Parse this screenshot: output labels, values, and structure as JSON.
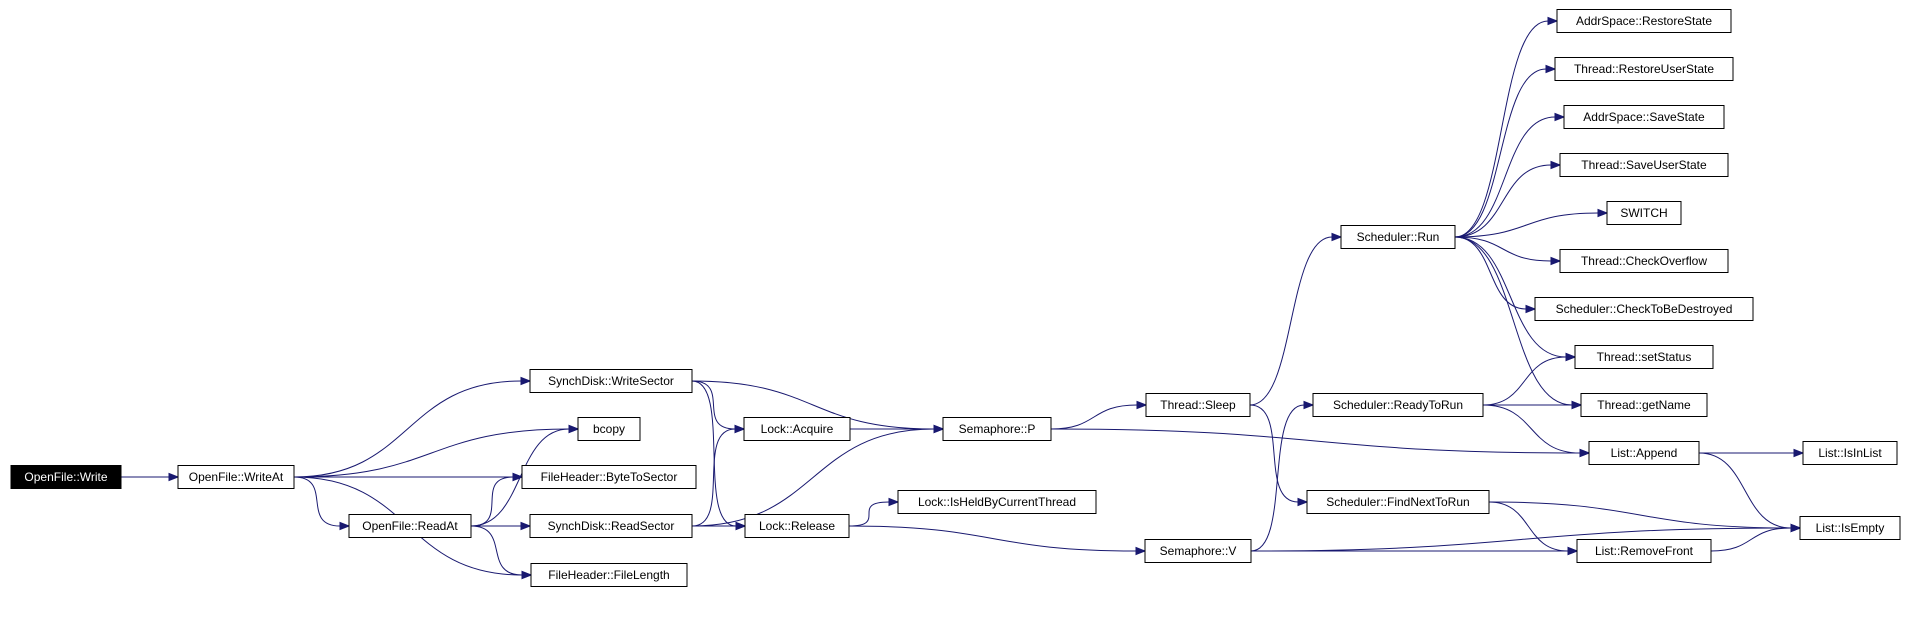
{
  "graph": {
    "colors": {
      "edge": "#191970",
      "root_fill": "#000000",
      "root_text": "#ffffff",
      "node_fill": "#ffffff",
      "node_border": "#000000"
    },
    "nodes": [
      {
        "id": "openfile_write",
        "label": "OpenFile::Write",
        "root": true
      },
      {
        "id": "openfile_writeat",
        "label": "OpenFile::WriteAt"
      },
      {
        "id": "synchdisk_writesector",
        "label": "SynchDisk::WriteSector"
      },
      {
        "id": "bcopy",
        "label": "bcopy"
      },
      {
        "id": "fileheader_bytetosector",
        "label": "FileHeader::ByteToSector"
      },
      {
        "id": "openfile_readat",
        "label": "OpenFile::ReadAt"
      },
      {
        "id": "synchdisk_readsector",
        "label": "SynchDisk::ReadSector"
      },
      {
        "id": "fileheader_filelength",
        "label": "FileHeader::FileLength"
      },
      {
        "id": "lock_acquire",
        "label": "Lock::Acquire"
      },
      {
        "id": "lock_release",
        "label": "Lock::Release"
      },
      {
        "id": "lock_isheldbycurrentthread",
        "label": "Lock::IsHeldByCurrentThread"
      },
      {
        "id": "semaphore_p",
        "label": "Semaphore::P"
      },
      {
        "id": "semaphore_v",
        "label": "Semaphore::V"
      },
      {
        "id": "thread_sleep",
        "label": "Thread::Sleep"
      },
      {
        "id": "scheduler_run",
        "label": "Scheduler::Run"
      },
      {
        "id": "scheduler_readytorun",
        "label": "Scheduler::ReadyToRun"
      },
      {
        "id": "scheduler_findnexttorun",
        "label": "Scheduler::FindNextToRun"
      },
      {
        "id": "addrspace_restorestate",
        "label": "AddrSpace::RestoreState"
      },
      {
        "id": "thread_restoreuserstate",
        "label": "Thread::RestoreUserState"
      },
      {
        "id": "addrspace_savestate",
        "label": "AddrSpace::SaveState"
      },
      {
        "id": "thread_saveuserstate",
        "label": "Thread::SaveUserState"
      },
      {
        "id": "switch",
        "label": "SWITCH"
      },
      {
        "id": "thread_checkoverflow",
        "label": "Thread::CheckOverflow"
      },
      {
        "id": "scheduler_checktobedestroyed",
        "label": "Scheduler::CheckToBeDestroyed"
      },
      {
        "id": "thread_setstatus",
        "label": "Thread::setStatus"
      },
      {
        "id": "thread_getname",
        "label": "Thread::getName"
      },
      {
        "id": "list_append",
        "label": "List::Append"
      },
      {
        "id": "list_isinlist",
        "label": "List::IsInList"
      },
      {
        "id": "list_isempty",
        "label": "List::IsEmpty"
      },
      {
        "id": "list_removefront",
        "label": "List::RemoveFront"
      }
    ],
    "edges": [
      [
        "openfile_write",
        "openfile_writeat"
      ],
      [
        "openfile_writeat",
        "synchdisk_writesector"
      ],
      [
        "openfile_writeat",
        "bcopy"
      ],
      [
        "openfile_writeat",
        "fileheader_bytetosector"
      ],
      [
        "openfile_writeat",
        "openfile_readat"
      ],
      [
        "openfile_writeat",
        "fileheader_filelength"
      ],
      [
        "openfile_readat",
        "bcopy"
      ],
      [
        "openfile_readat",
        "fileheader_bytetosector"
      ],
      [
        "openfile_readat",
        "synchdisk_readsector"
      ],
      [
        "openfile_readat",
        "fileheader_filelength"
      ],
      [
        "synchdisk_writesector",
        "lock_acquire"
      ],
      [
        "synchdisk_writesector",
        "semaphore_p"
      ],
      [
        "synchdisk_writesector",
        "lock_release"
      ],
      [
        "synchdisk_readsector",
        "lock_acquire"
      ],
      [
        "synchdisk_readsector",
        "semaphore_p"
      ],
      [
        "synchdisk_readsector",
        "lock_release"
      ],
      [
        "lock_acquire",
        "semaphore_p"
      ],
      [
        "lock_release",
        "lock_isheldbycurrentthread"
      ],
      [
        "lock_release",
        "semaphore_v"
      ],
      [
        "semaphore_p",
        "thread_sleep"
      ],
      [
        "semaphore_p",
        "list_append"
      ],
      [
        "thread_sleep",
        "scheduler_run"
      ],
      [
        "thread_sleep",
        "scheduler_findnexttorun"
      ],
      [
        "semaphore_v",
        "scheduler_readytorun"
      ],
      [
        "semaphore_v",
        "list_removefront"
      ],
      [
        "semaphore_v",
        "list_isempty"
      ],
      [
        "scheduler_run",
        "addrspace_restorestate"
      ],
      [
        "scheduler_run",
        "thread_restoreuserstate"
      ],
      [
        "scheduler_run",
        "addrspace_savestate"
      ],
      [
        "scheduler_run",
        "thread_saveuserstate"
      ],
      [
        "scheduler_run",
        "switch"
      ],
      [
        "scheduler_run",
        "thread_checkoverflow"
      ],
      [
        "scheduler_run",
        "scheduler_checktobedestroyed"
      ],
      [
        "scheduler_run",
        "thread_setstatus"
      ],
      [
        "scheduler_run",
        "thread_getname"
      ],
      [
        "scheduler_readytorun",
        "thread_setstatus"
      ],
      [
        "scheduler_readytorun",
        "thread_getname"
      ],
      [
        "scheduler_readytorun",
        "list_append"
      ],
      [
        "scheduler_findnexttorun",
        "list_isempty"
      ],
      [
        "scheduler_findnexttorun",
        "list_removefront"
      ],
      [
        "list_append",
        "list_isinlist"
      ],
      [
        "list_append",
        "list_isempty"
      ],
      [
        "list_removefront",
        "list_isempty"
      ]
    ]
  }
}
